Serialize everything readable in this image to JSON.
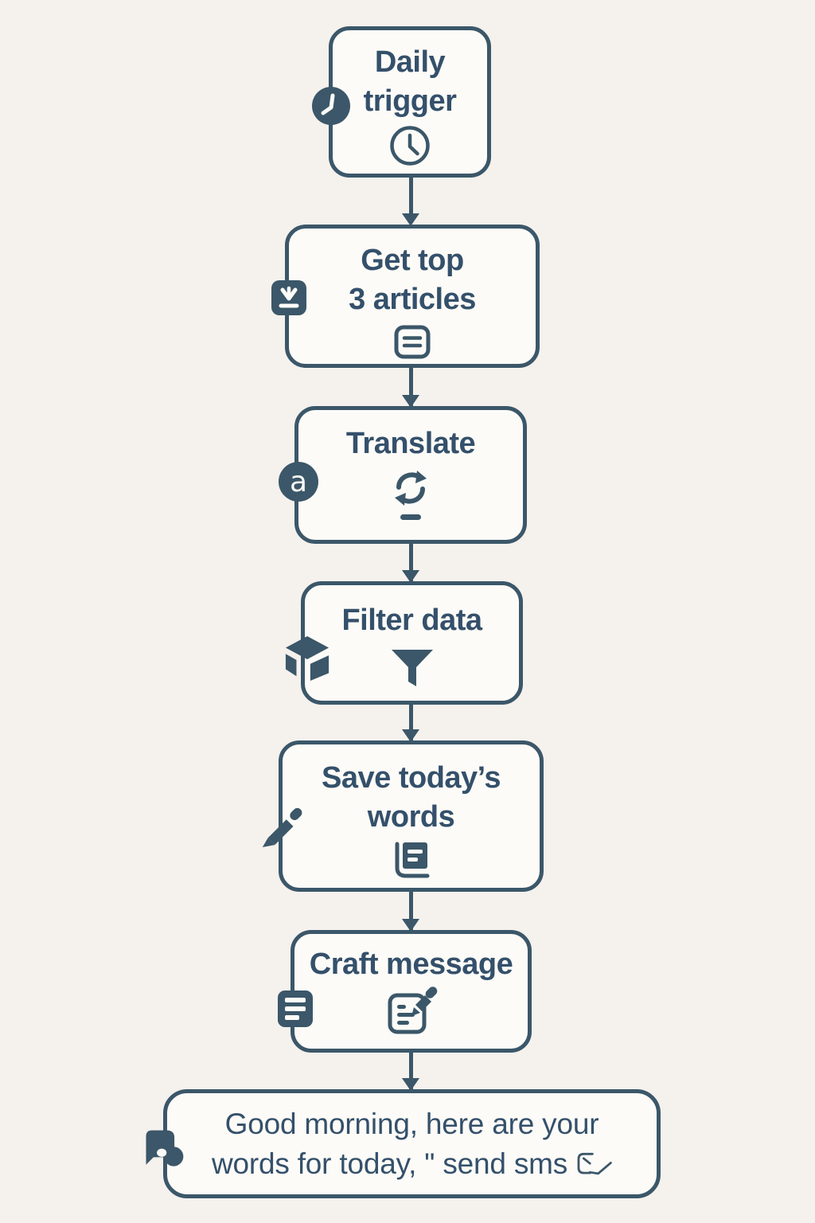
{
  "colors": {
    "background": "#f5f1ed",
    "node_border": "#3b5769",
    "node_fill": "#fdfbf7",
    "text": "#34506b",
    "badge_glyph": "#fdfcf8"
  },
  "flow": {
    "direction": "top-to-bottom",
    "nodes": [
      {
        "id": "daily-trigger",
        "label": "Daily\ntrigger",
        "badge_icon": "clock-badge-icon",
        "content_icon": "clock-icon"
      },
      {
        "id": "get-top-articles",
        "label": "Get top\n3 articles",
        "badge_icon": "download-badge-icon",
        "content_icon": "article-icon"
      },
      {
        "id": "translate",
        "label": "Translate",
        "badge_icon": "letter-a-badge-icon",
        "content_icon": "sync-icon"
      },
      {
        "id": "filter-data",
        "label": "Filter data",
        "badge_icon": "package-badge-icon",
        "content_icon": "funnel-icon"
      },
      {
        "id": "save-todays-words",
        "label": "Save today’s\nwords",
        "badge_icon": "pencil-badge-icon",
        "content_icon": "book-icon"
      },
      {
        "id": "craft-message",
        "label": "Craft message",
        "badge_icon": "list-badge-icon",
        "content_icon": "note-edit-icon"
      },
      {
        "id": "send-sms",
        "label": "Good morning, here are your\nwords for today, \" send sms",
        "badge_icon": "chat-badge-icon",
        "content_icon": "send-check-icon"
      }
    ],
    "edges": [
      {
        "from": "daily-trigger",
        "to": "get-top-articles"
      },
      {
        "from": "get-top-articles",
        "to": "translate"
      },
      {
        "from": "translate",
        "to": "filter-data"
      },
      {
        "from": "filter-data",
        "to": "save-todays-words"
      },
      {
        "from": "save-todays-words",
        "to": "craft-message"
      },
      {
        "from": "craft-message",
        "to": "send-sms"
      }
    ]
  }
}
